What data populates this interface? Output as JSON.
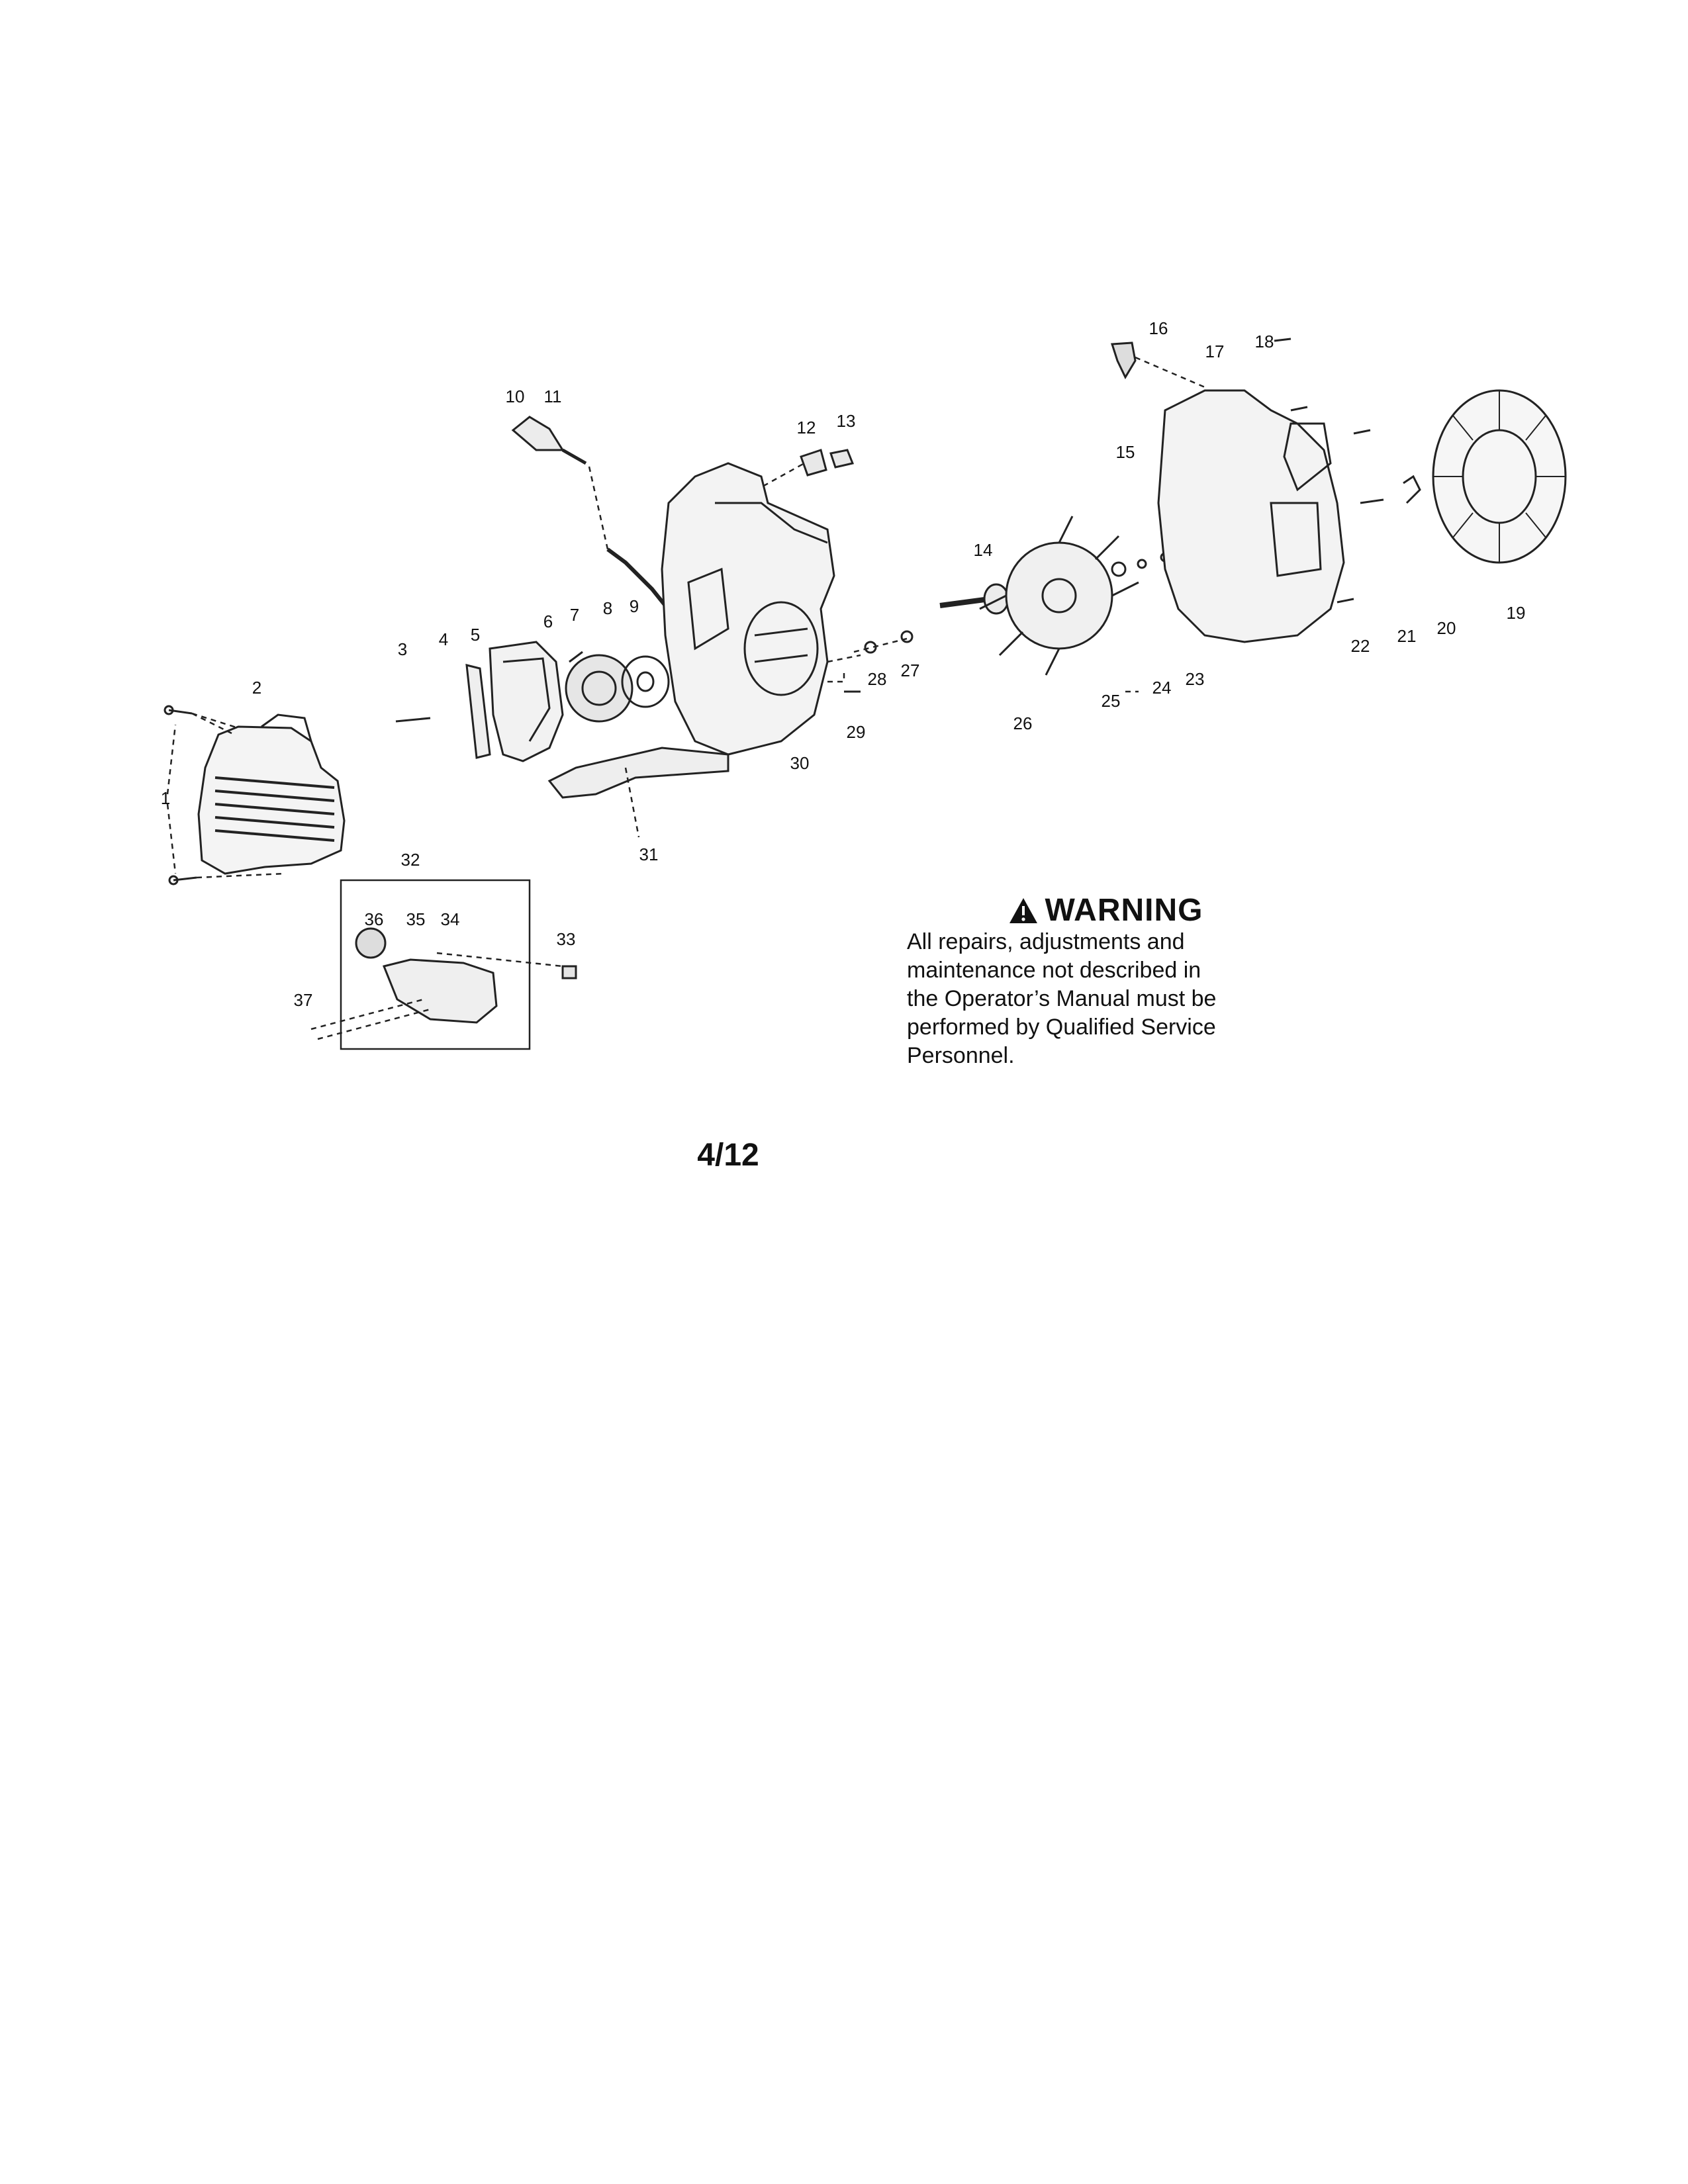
{
  "callouts": [
    {
      "label": "1"
    },
    {
      "label": "2"
    },
    {
      "label": "3"
    },
    {
      "label": "4"
    },
    {
      "label": "5"
    },
    {
      "label": "6"
    },
    {
      "label": "7"
    },
    {
      "label": "8"
    },
    {
      "label": "9"
    },
    {
      "label": "10"
    },
    {
      "label": "11"
    },
    {
      "label": "12"
    },
    {
      "label": "13"
    },
    {
      "label": "14"
    },
    {
      "label": "15"
    },
    {
      "label": "16"
    },
    {
      "label": "17"
    },
    {
      "label": "18"
    },
    {
      "label": "19"
    },
    {
      "label": "20"
    },
    {
      "label": "21"
    },
    {
      "label": "22"
    },
    {
      "label": "23"
    },
    {
      "label": "24"
    },
    {
      "label": "25"
    },
    {
      "label": "26"
    },
    {
      "label": "27"
    },
    {
      "label": "28"
    },
    {
      "label": "29"
    },
    {
      "label": "30"
    },
    {
      "label": "31"
    },
    {
      "label": "32"
    },
    {
      "label": "33"
    },
    {
      "label": "34"
    },
    {
      "label": "35"
    },
    {
      "label": "36"
    },
    {
      "label": "37"
    }
  ],
  "warning": {
    "heading": "WARNING",
    "lines": [
      "All repairs, adjustments and",
      "maintenance not described in",
      "the Operator’s Manual must be",
      "performed by Qualified Service",
      "Personnel."
    ]
  },
  "page_number": "4/12"
}
